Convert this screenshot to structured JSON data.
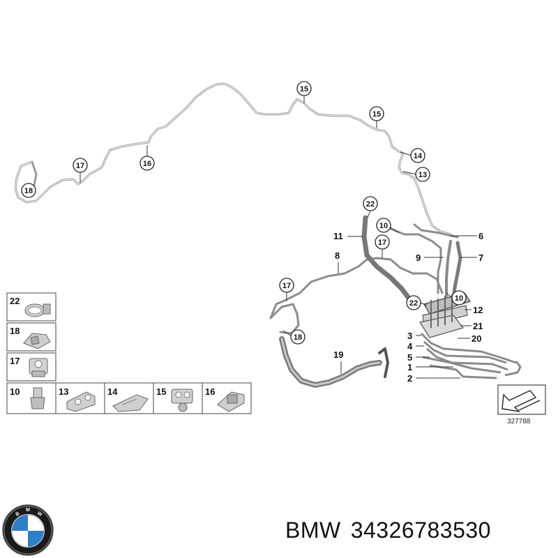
{
  "callouts": {
    "c15a": "15",
    "c15b": "15",
    "c14": "14",
    "c13": "13",
    "c17a": "17",
    "c16": "16",
    "c18a": "18",
    "c22a": "22",
    "c10a": "10",
    "c17b": "17",
    "c17c": "17",
    "c18b": "18",
    "c22b": "22",
    "c10b": "10"
  },
  "labels": {
    "l11": "11",
    "l8": "8",
    "l6": "6",
    "l9": "9",
    "l7": "7",
    "l12": "12",
    "l21": "21",
    "l20": "20",
    "l3": "3",
    "l4": "4",
    "l5": "5",
    "l1": "1",
    "l2": "2",
    "l19": "19"
  },
  "parts_grid": {
    "row1": [
      "22"
    ],
    "row2": [
      "18"
    ],
    "row3": [
      "17"
    ],
    "row4": [
      "10",
      "13",
      "14",
      "15",
      "16"
    ]
  },
  "reference_number": "327788",
  "footer": {
    "brand": "BMW",
    "part_number": "34326783530"
  },
  "icons": [
    "bmw-logo-icon",
    "arrow-reference-icon"
  ]
}
